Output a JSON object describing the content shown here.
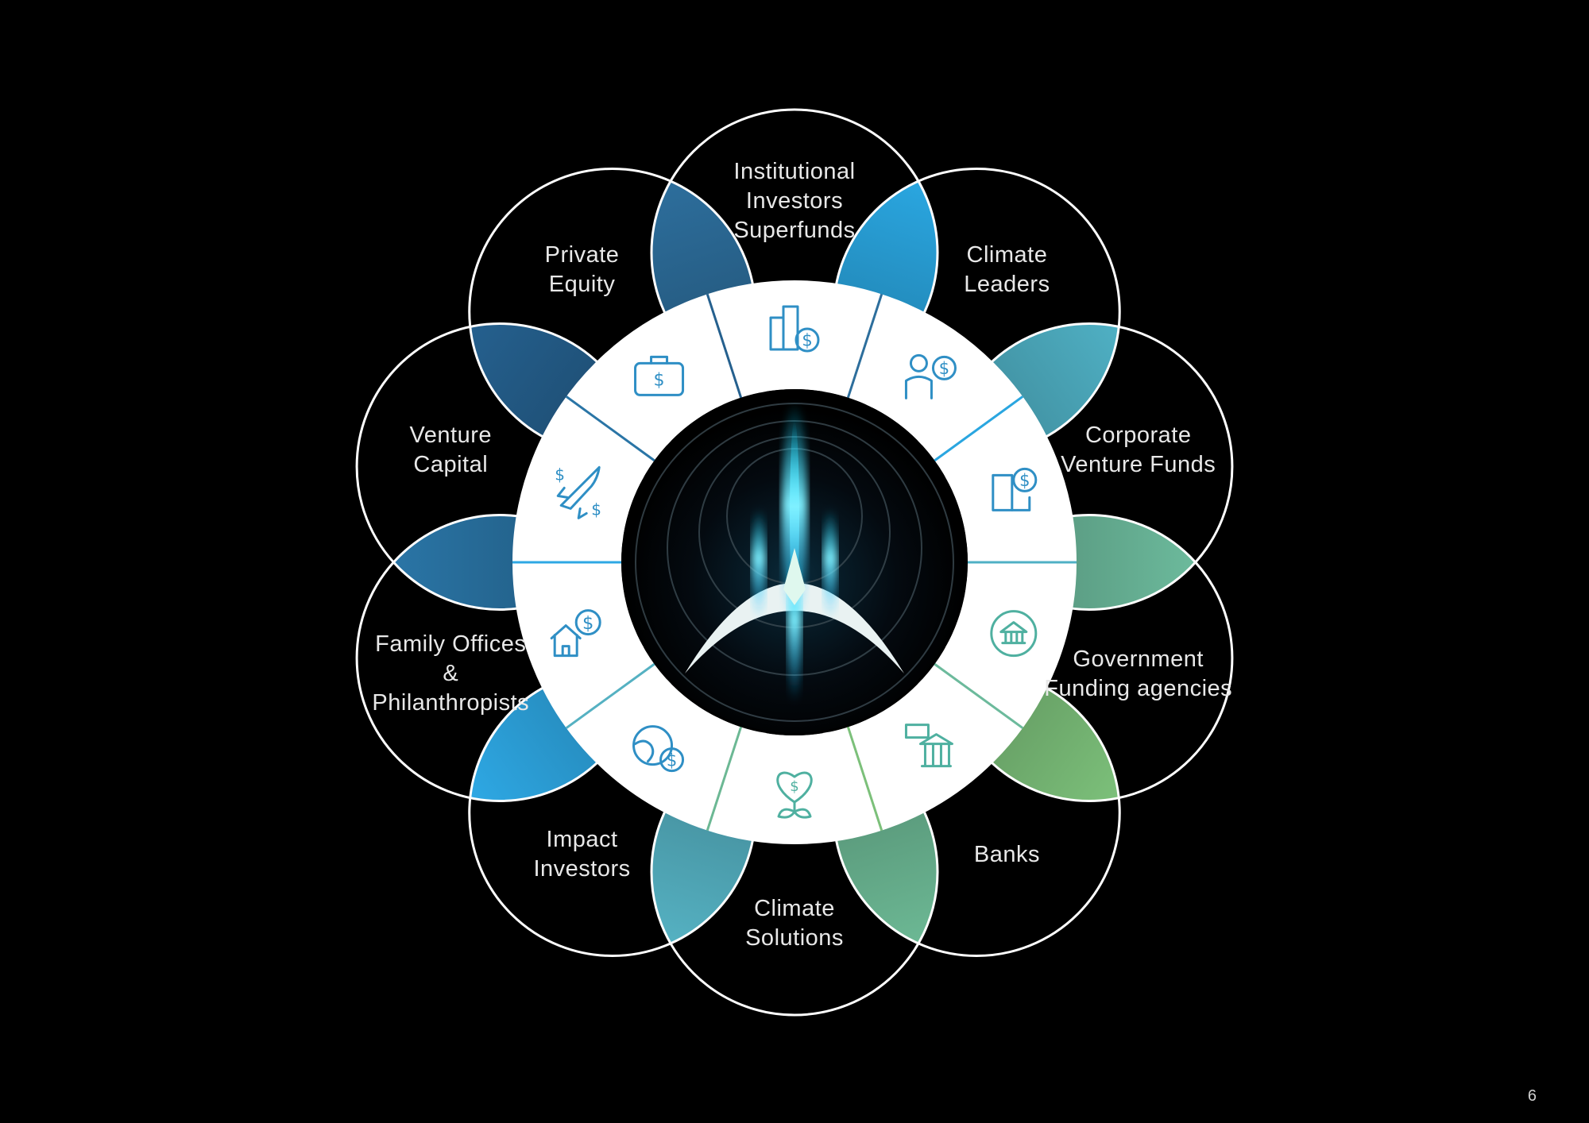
{
  "diagram": {
    "segments": [
      {
        "label": "Institutional\nInvestors\nSuperfunds",
        "icon": "building-dollar-icon",
        "lens_color": "#2d6e9c"
      },
      {
        "label": "Climate\nLeaders",
        "icon": "person-dollar-icon",
        "lens_color": "#2aa6e0"
      },
      {
        "label": "Corporate\nVenture Funds",
        "icon": "corporate-dollar-icon",
        "lens_color": "#4fb0c4"
      },
      {
        "label": "Government\nFunding agencies",
        "icon": "government-target-icon",
        "lens_color": "#6cba9c"
      },
      {
        "label": "Banks",
        "icon": "bank-money-icon",
        "lens_color": "#7cc07a"
      },
      {
        "label": "Climate\nSolutions",
        "icon": "heart-plant-dollar-icon",
        "lens_color": "#6cb894"
      },
      {
        "label": "Impact\nInvestors",
        "icon": "globe-dollar-icon",
        "lens_color": "#55b1c2"
      },
      {
        "label": "Family Offices\n&\nPhilanthropists",
        "icon": "house-dollar-icon",
        "lens_color": "#2ea8e4"
      },
      {
        "label": "Venture\nCapital",
        "icon": "rocket-dollar-icon",
        "lens_color": "#2a75a6"
      },
      {
        "label": "Private\nEquity",
        "icon": "briefcase-dollar-icon",
        "lens_color": "#25608e"
      }
    ],
    "center_icon": "rocket-logo-icon",
    "ring_color": "#ffffff",
    "icon_color": "#2f8fc5"
  },
  "page_number": "6"
}
